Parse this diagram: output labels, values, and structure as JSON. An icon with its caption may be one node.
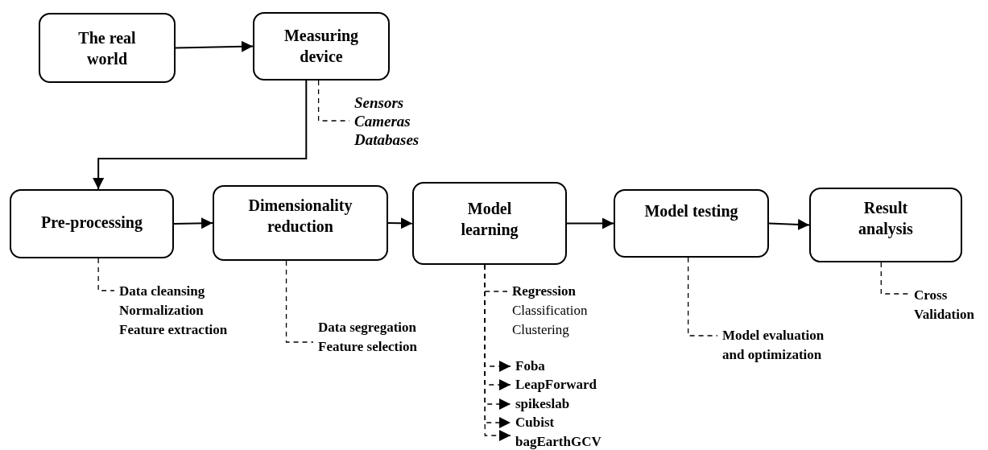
{
  "diagram": {
    "nodes": [
      {
        "text": [
          "The real world"
        ]
      },
      {
        "text": [
          "Measuring device"
        ]
      },
      {
        "text": [
          "Pre-processing"
        ]
      },
      {
        "text": [
          "Dimensionality reduction"
        ]
      },
      {
        "text": [
          "Model learning"
        ]
      },
      {
        "text": [
          "Model testing"
        ]
      },
      {
        "text": [
          "Result analysis"
        ]
      },
      {
        "text": [
          "Sensors",
          "Cameras",
          "Databases"
        ]
      },
      {
        "text": [
          "Data cleansing",
          "Normalization",
          "Feature extraction"
        ]
      },
      {
        "text": [
          "Data segregation",
          "Feature selection"
        ]
      },
      {
        "text": [
          "**Regression**",
          "Classification",
          "Clustering"
        ]
      },
      {
        "text": [
          "Foba"
        ]
      },
      {
        "text": [
          "LeapForward"
        ]
      },
      {
        "text": [
          "spikeslab"
        ]
      },
      {
        "text": [
          "Cubist"
        ]
      },
      {
        "text": [
          "bagEarthGCV"
        ]
      },
      {
        "text": [
          "Model evaluation and optimization"
        ]
      },
      {
        "text": [
          "Cross Validation"
        ]
      }
    ],
    "edges": [
      {
        "from": 0,
        "to": 1,
        "arrow": "to"
      },
      {
        "from": 1,
        "to": 2,
        "arrow": "to"
      },
      {
        "from": 2,
        "to": 3,
        "arrow": "to"
      },
      {
        "from": 3,
        "to": 4,
        "arrow": "to"
      },
      {
        "from": 4,
        "to": 5,
        "arrow": "to"
      },
      {
        "from": 5,
        "to": 6,
        "arrow": "to"
      },
      {
        "from": 1,
        "to": 7,
        "arrow": "none",
        "style": "dashed"
      },
      {
        "from": 2,
        "to": 8,
        "arrow": "none",
        "style": "dashed"
      },
      {
        "from": 3,
        "to": 9,
        "arrow": "none",
        "style": "dashed"
      },
      {
        "from": 4,
        "to": 10,
        "arrow": "none",
        "style": "dashed"
      },
      {
        "from": 4,
        "to": 11,
        "arrow": "to",
        "style": "dashed"
      },
      {
        "from": 4,
        "to": 12,
        "arrow": "to",
        "style": "dashed"
      },
      {
        "from": 4,
        "to": 13,
        "arrow": "to",
        "style": "dashed"
      },
      {
        "from": 4,
        "to": 14,
        "arrow": "to",
        "style": "dashed"
      },
      {
        "from": 4,
        "to": 15,
        "arrow": "to",
        "style": "dashed"
      },
      {
        "from": 5,
        "to": 16,
        "arrow": "none",
        "style": "dashed"
      },
      {
        "from": 6,
        "to": 17,
        "arrow": "none",
        "style": "dashed"
      }
    ]
  }
}
